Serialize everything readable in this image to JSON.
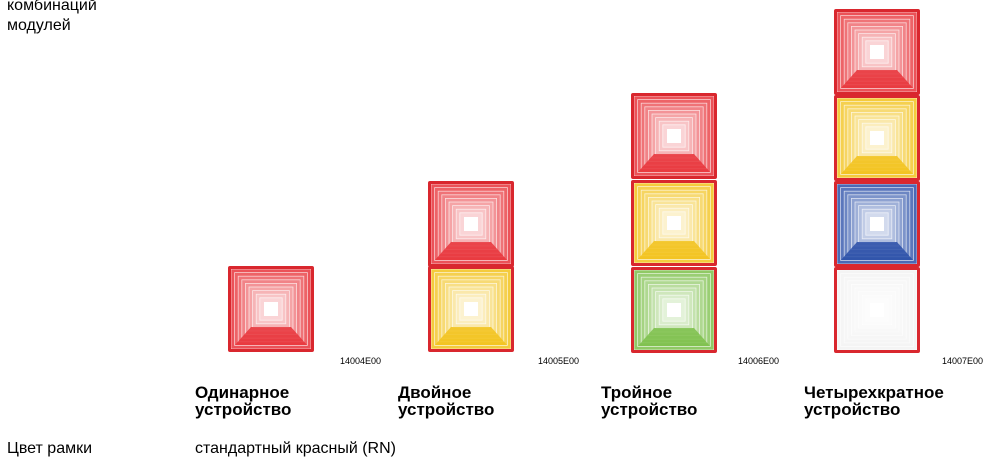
{
  "side_label": {
    "line1": "комбинаций",
    "line2": "модулей"
  },
  "colors": {
    "frame": "#d9272e",
    "red": "#e8343a",
    "yellow": "#f2c21b",
    "green": "#7cbf4a",
    "blue": "#2a4fa8",
    "white": "#f2f2f2"
  },
  "devices": [
    {
      "code": "14004E00",
      "caption_line1": "Одинарное",
      "caption_line2": "устройство",
      "modules": [
        "red"
      ]
    },
    {
      "code": "14005E00",
      "caption_line1": "Двойное",
      "caption_line2": "устройство",
      "modules": [
        "red",
        "yellow"
      ]
    },
    {
      "code": "14006E00",
      "caption_line1": "Тройное",
      "caption_line2": "устройство",
      "modules": [
        "red",
        "yellow",
        "green"
      ]
    },
    {
      "code": "14007E00",
      "caption_line1": "Четырехкратное",
      "caption_line2": "устройство",
      "modules": [
        "red",
        "yellow",
        "blue",
        "white"
      ]
    }
  ],
  "footer": {
    "label": "Цвет рамки",
    "value": "стандартный красный (RN)"
  }
}
